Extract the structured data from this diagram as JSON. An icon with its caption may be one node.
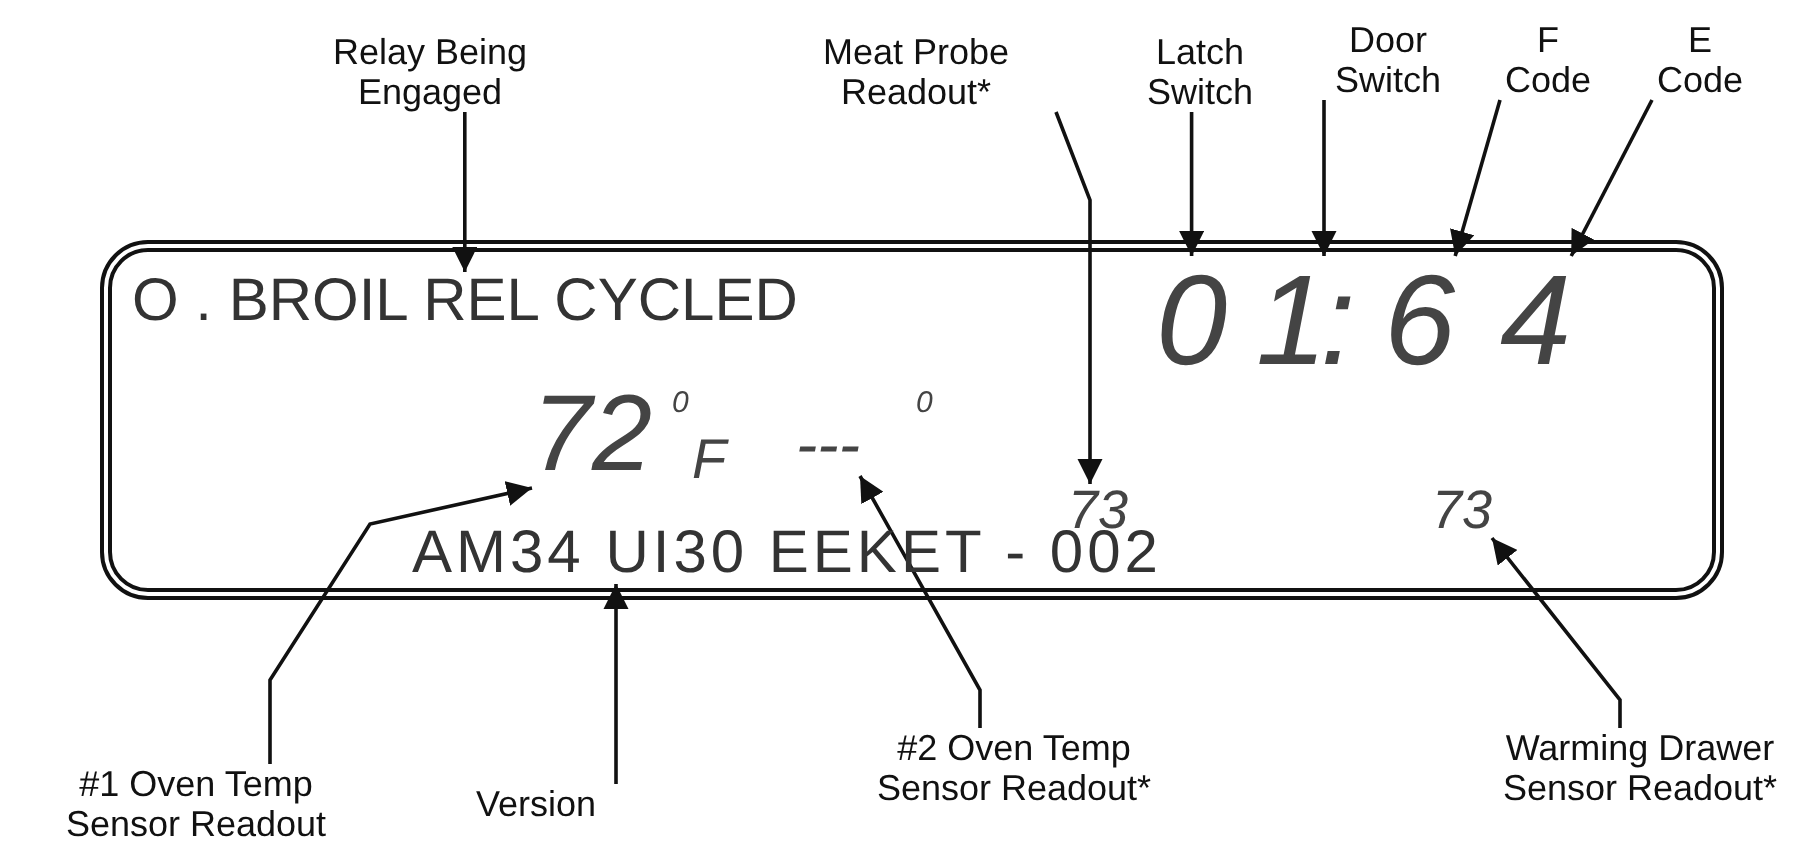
{
  "diagram": {
    "nodes": [
      {
        "text": [],
        "shape": "box"
      },
      {
        "text": [
          "O . BROIL REL CYCLED"
        ],
        "in": 0
      },
      {
        "text": [
          "0"
        ],
        "in": 0
      },
      {
        "text": [
          "1"
        ],
        "in": 0
      },
      {
        "text": [
          ":"
        ],
        "in": 0
      },
      {
        "text": [
          "6"
        ],
        "in": 0
      },
      {
        "text": [
          "4"
        ],
        "in": 0
      },
      {
        "text": [
          "72"
        ],
        "in": 0
      },
      {
        "text": [
          "0"
        ],
        "in": 0
      },
      {
        "text": [
          "F"
        ],
        "in": 0
      },
      {
        "text": [
          "---"
        ],
        "in": 0
      },
      {
        "text": [
          "0"
        ],
        "in": 0
      },
      {
        "text": [
          "73"
        ],
        "in": 0
      },
      {
        "text": [
          "73"
        ],
        "in": 0
      },
      {
        "text": [
          "AM34 UI30 EEKET - 002"
        ],
        "in": 0
      },
      {
        "text": [
          "Relay Being Engaged"
        ]
      },
      {
        "text": [
          "Meat Probe Readout*"
        ]
      },
      {
        "text": [
          "Latch Switch"
        ]
      },
      {
        "text": [
          "Door Switch"
        ]
      },
      {
        "text": [
          "F Code"
        ]
      },
      {
        "text": [
          "E Code"
        ]
      },
      {
        "text": [
          "#1 Oven Temp Sensor Readout"
        ]
      },
      {
        "text": [
          "Version"
        ]
      },
      {
        "text": [
          "#2 Oven Temp Sensor Readout*"
        ]
      },
      {
        "text": [
          "Warming Drawer Sensor Readout*"
        ]
      }
    ],
    "edges": [
      {
        "from": 15,
        "to": 1,
        "arrow": "to"
      },
      {
        "from": 16,
        "to": 12,
        "arrow": "to"
      },
      {
        "from": 17,
        "to": 2,
        "arrow": "to"
      },
      {
        "from": 18,
        "to": 3,
        "arrow": "to"
      },
      {
        "from": 19,
        "to": 5,
        "arrow": "to"
      },
      {
        "from": 20,
        "to": 6,
        "arrow": "to"
      },
      {
        "from": 21,
        "to": 7,
        "arrow": "to"
      },
      {
        "from": 22,
        "to": 14,
        "arrow": "to"
      },
      {
        "from": 23,
        "to": 10,
        "arrow": "to"
      },
      {
        "from": 24,
        "to": 13,
        "arrow": "to"
      }
    ]
  }
}
